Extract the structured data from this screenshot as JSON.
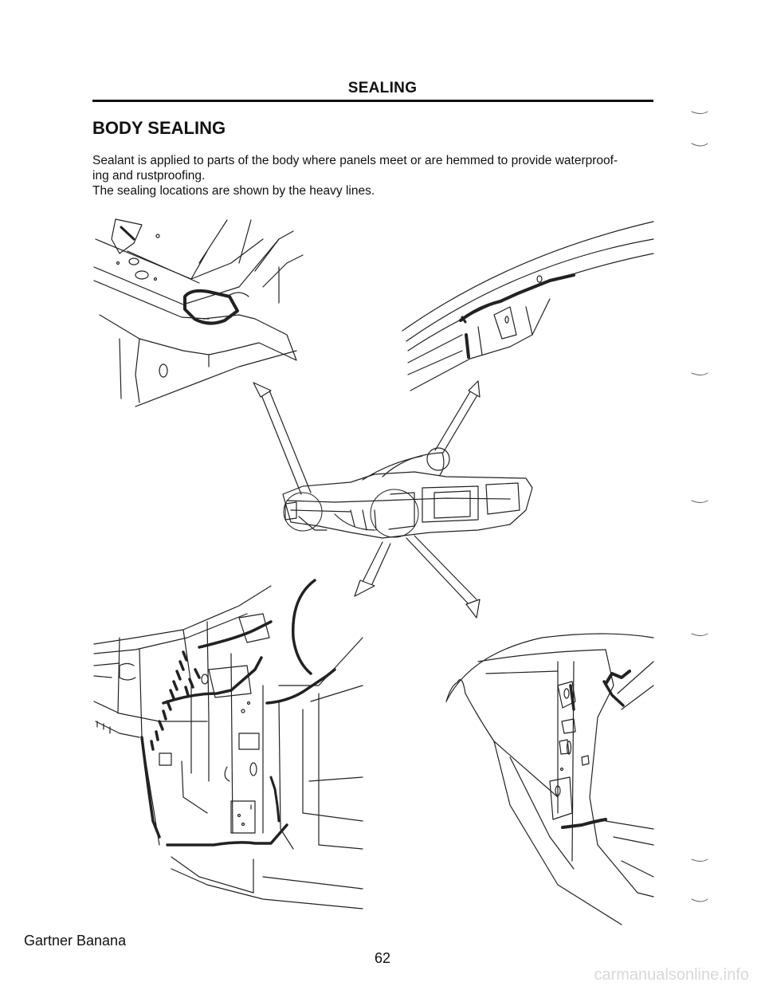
{
  "header": {
    "section": "SEALING"
  },
  "heading": "BODY SEALING",
  "intro": {
    "line1": "Sealant is applied to parts of the body where panels meet or are hemmed to provide waterproof-",
    "line2": "ing and rustproofing.",
    "line3": "The sealing locations are shown by the heavy lines."
  },
  "footer": {
    "note": "Gartner Banana",
    "page_number": "62"
  },
  "watermark": "carmanualsonline.info"
}
